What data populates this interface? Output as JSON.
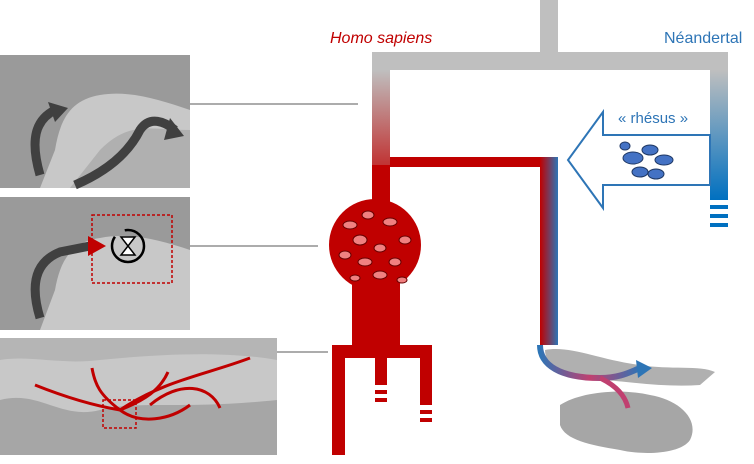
{
  "labels": {
    "homo_sapiens": "Homo sapiens",
    "neandertal": "Néandertal",
    "rhesus": "« rhésus »"
  },
  "colors": {
    "sapiens": "#c00000",
    "neandertal": "#2e75b6",
    "ancestral": "#bfbfbf",
    "map": "#a6a6a6"
  },
  "icons": [
    "hourglass-icon",
    "blood-cells-icon",
    "migration-arrow-icon"
  ]
}
